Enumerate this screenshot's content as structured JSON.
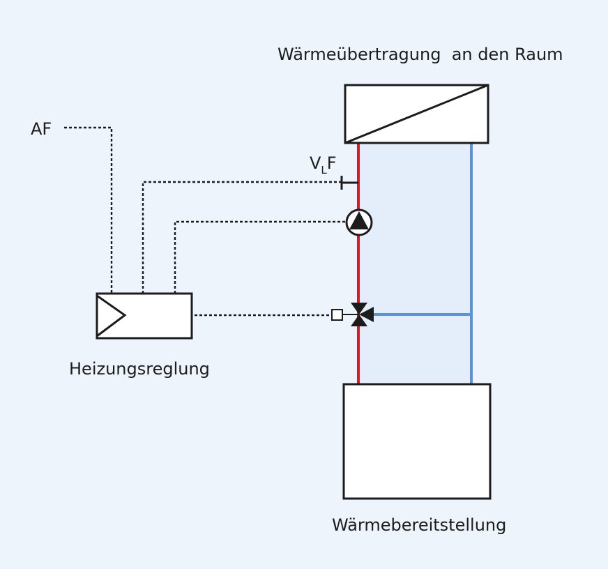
{
  "labels": {
    "room_transfer": "Wärmeübertragung  an den Raum",
    "outdoor_sensor": "AF",
    "flow_sensor_main": "V",
    "flow_sensor_sub": "L",
    "flow_sensor_suffix": "F",
    "controller": "Heizungsreglung",
    "heat_source": "Wärmebereitstellung"
  },
  "colors": {
    "background": "#edf4fc",
    "loop_fill": "#e3eefa",
    "supply_line": "#c8202d",
    "return_line": "#5b93d6",
    "stroke": "#1c1c1c"
  }
}
